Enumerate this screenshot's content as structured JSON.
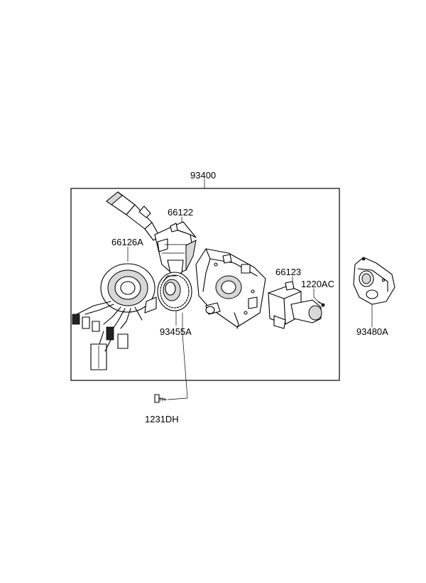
{
  "diagram": {
    "labels": {
      "assembly": "93400",
      "clock_spring": "66126A",
      "wiper_switch_lever": "66122",
      "reluctor_ring": "93455A",
      "light_switch": "66123",
      "screw_light_switch": "1220AC",
      "cover_part": "93480A",
      "mounting_screw": "1231DH"
    }
  }
}
